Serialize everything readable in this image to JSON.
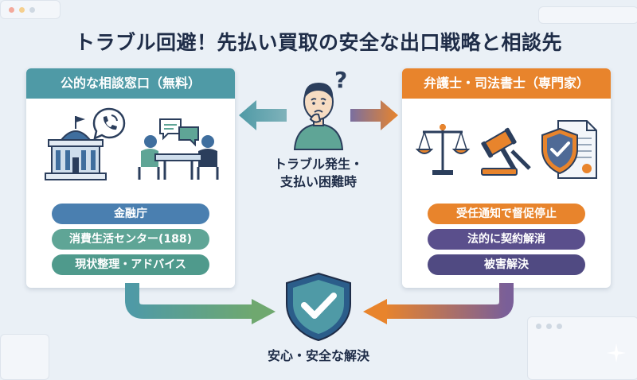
{
  "title": "トラブル回避！先払い買取の安全な出口戦略と相談先",
  "left_panel": {
    "header": "公的な相談窓口（無料）",
    "items": [
      "金融庁",
      "消費生活センター(188)",
      "現状整理・アドバイス"
    ]
  },
  "right_panel": {
    "header": "弁護士・司法書士（専門家）",
    "items": [
      "受任通知で督促停止",
      "法的に契約解消",
      "被害解決"
    ]
  },
  "center": {
    "line1": "トラブル発生・",
    "line2": "支払い困難時",
    "question_mark": "?"
  },
  "bottom": {
    "label": "安心・安全な解決"
  },
  "colors": {
    "teal": "#4f9aa6",
    "orange": "#e8842c",
    "navy": "#1f2d48",
    "left_pill_blue": "#4a7fb0",
    "left_pill_teal": "#5fa596",
    "left_pill_teal2": "#4f9a8c",
    "right_pill_orange": "#e8842c",
    "right_pill_purple": "#5a4f8c",
    "right_pill_purple2": "#504a82"
  },
  "icons": [
    "government-building-icon",
    "phone-call-icon",
    "consultation-meeting-icon",
    "chat-bubble-icon",
    "worried-person-icon",
    "scales-of-justice-icon",
    "gavel-icon",
    "legal-document-shield-icon",
    "security-shield-check-icon"
  ]
}
